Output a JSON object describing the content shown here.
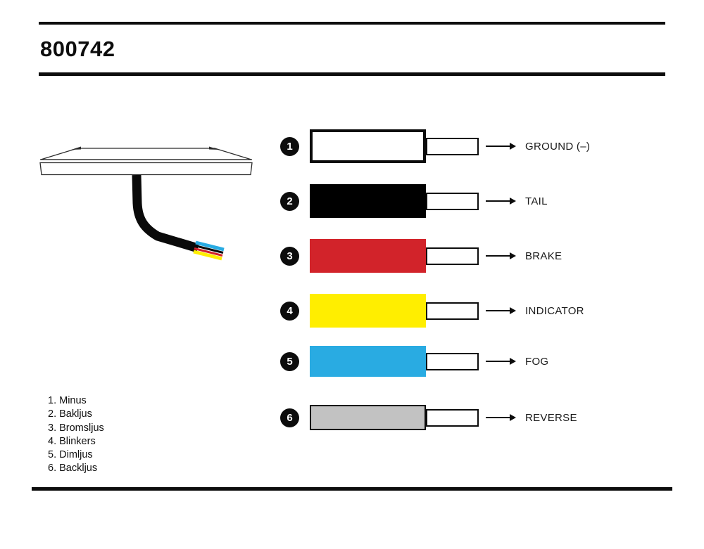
{
  "doc": {
    "title": "800742"
  },
  "wires": [
    {
      "num": "1",
      "label": "GROUND (–)",
      "fill": "#ffffff"
    },
    {
      "num": "2",
      "label": "TAIL",
      "fill": "#000000"
    },
    {
      "num": "3",
      "label": "BRAKE",
      "fill": "#d2232a"
    },
    {
      "num": "4",
      "label": "INDICATOR",
      "fill": "#ffee00"
    },
    {
      "num": "5",
      "label": "FOG",
      "fill": "#29abe2"
    },
    {
      "num": "6",
      "label": "REVERSE",
      "fill": "#c2c2c2"
    }
  ],
  "legend": [
    "1. Minus",
    "2. Bakljus",
    "3. Bromsljus",
    "4. Blinkers",
    "5. Dimljus",
    "6. Backljus"
  ],
  "lamp": {
    "cable_tip_colors": [
      "#29abe2",
      "#0a0a0a",
      "#d2232a",
      "#ffee00"
    ]
  }
}
